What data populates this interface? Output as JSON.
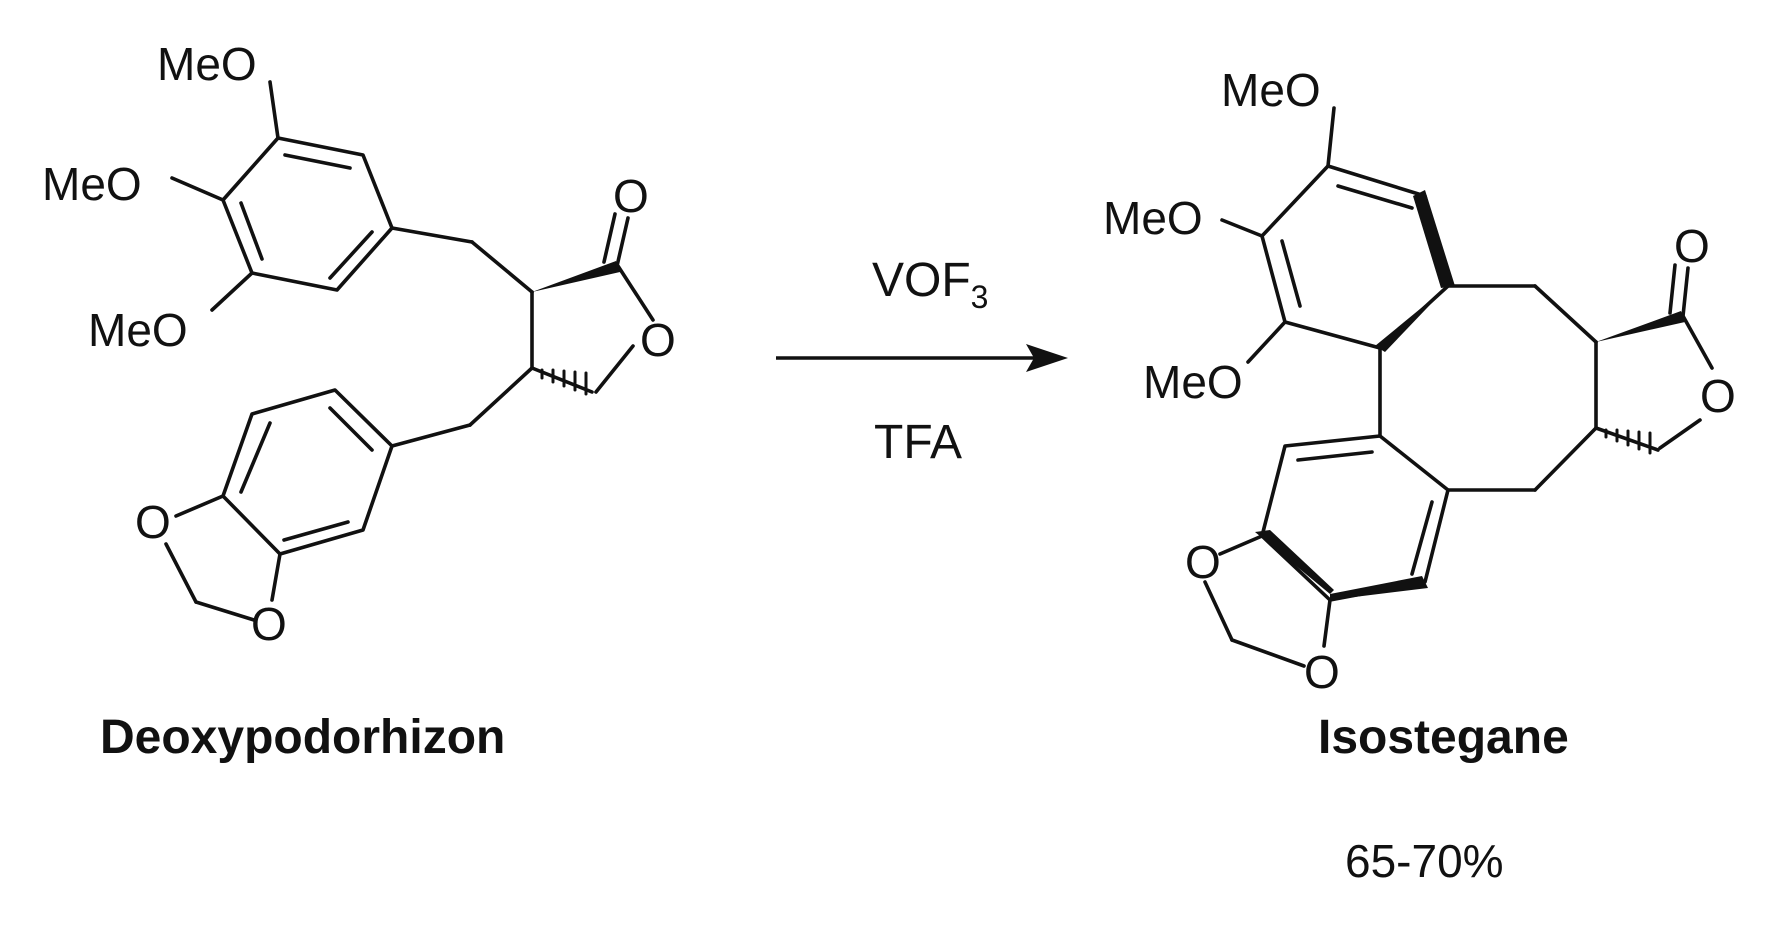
{
  "reactant": {
    "name": "Deoxypodorhizon",
    "labels": {
      "meo_top": "MeO",
      "meo_mid": "MeO",
      "meo_low": "MeO",
      "carbonyl_o": "O",
      "ring_o": "O",
      "dioxole_o1": "O",
      "dioxole_o2": "O"
    }
  },
  "reagents": {
    "above": "VOF",
    "above_subscript": "3",
    "below": "TFA"
  },
  "product": {
    "name": "Isostegane",
    "labels": {
      "meo_top": "MeO",
      "meo_mid": "MeO",
      "meo_low": "MeO",
      "carbonyl_o": "O",
      "ring_o": "O",
      "dioxole_o1": "O",
      "dioxole_o2": "O"
    }
  },
  "yield": "65-70%",
  "colors": {
    "ink": "#111111",
    "background": "#ffffff"
  }
}
